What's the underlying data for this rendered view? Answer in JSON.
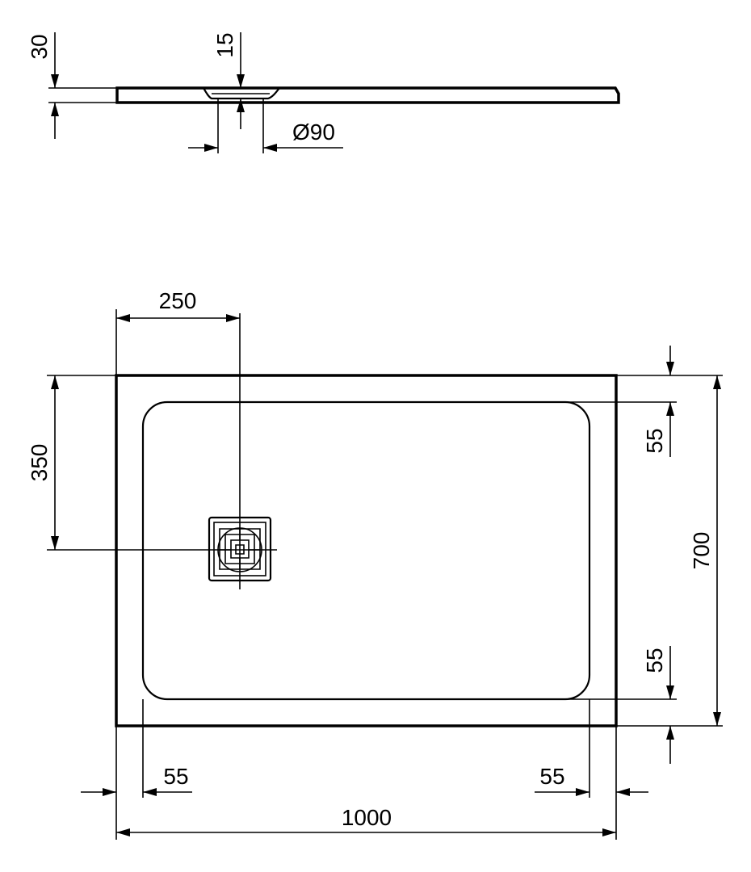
{
  "side_view": {
    "height_label": "30",
    "waste_depth_label": "15",
    "waste_diameter_label": "Ø90"
  },
  "plan_view": {
    "waste_offset_x_label": "250",
    "waste_offset_y_label": "350",
    "border_top_label": "55",
    "border_bottom_label": "55",
    "border_left_label": "55",
    "border_right_label": "55",
    "width_label": "1000",
    "depth_label": "700"
  },
  "colors": {
    "line": "#000000",
    "background": "#ffffff"
  }
}
